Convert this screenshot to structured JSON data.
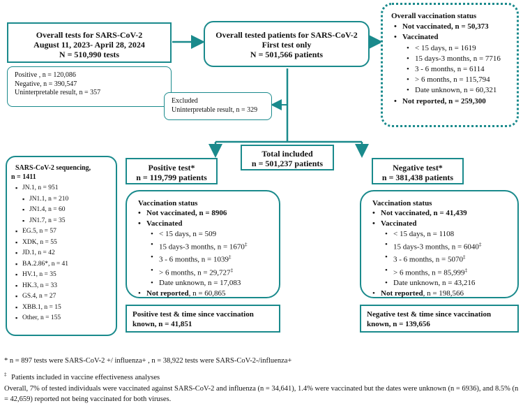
{
  "overall_tests": {
    "title": "Overall tests for SARS-CoV-2",
    "dates": "August 11, 2023- April 28, 2024",
    "count": "N = 510,990 tests"
  },
  "test_results": {
    "items": [
      "Positive , n = 120,086",
      "Negative, n = 390,547",
      "Uninterpretable result, n = 357"
    ]
  },
  "tested_patients": {
    "title": "Overall tested patients for SARS-CoV-2",
    "subtitle": "First test only",
    "count": "N = 501,566 patients"
  },
  "excluded": {
    "title": "Excluded",
    "detail": "Uninterpretable result, n = 329"
  },
  "overall_vaccination": {
    "title": "Overall vaccination status",
    "not_vaccinated": "Not vaccinated, n = 50,373",
    "vaccinated": "Vaccinated",
    "sub": [
      "< 15 days, n = 1619",
      "15 days-3 months, n = 7716",
      "3 - 6 months, n = 6114",
      "> 6 months, n = 115,794",
      "Date unknown, n = 60,321"
    ],
    "not_reported": "Not reported, n = 259,300"
  },
  "total_included": {
    "title": "Total included",
    "count": "n = 501,237 patients"
  },
  "sequencing": {
    "title": "SARS-CoV-2 sequencing,",
    "count": "n = 1411",
    "items": [
      {
        "label": "JN.1, n = 951",
        "indent": false
      },
      {
        "label": "JN1.1, n = 210",
        "indent": true
      },
      {
        "label": "JN1.4, n = 60",
        "indent": true
      },
      {
        "label": "JN1.7, n = 35",
        "indent": true
      },
      {
        "label": "EG.5, n = 57",
        "indent": false
      },
      {
        "label": "XDK, n = 55",
        "indent": false
      },
      {
        "label": "JD.1, n = 42",
        "indent": false
      },
      {
        "label": "BA.2.86*, n = 41",
        "indent": false
      },
      {
        "label": "HV.1, n = 35",
        "indent": false
      },
      {
        "label": "HK.3, n = 33",
        "indent": false
      },
      {
        "label": "GS.4, n = 27",
        "indent": false
      },
      {
        "label": "XBB.1, n  = 15",
        "indent": false
      },
      {
        "label": "Other, n =  155",
        "indent": false
      }
    ]
  },
  "positive": {
    "title": "Positive test*",
    "count": "n = 119,799 patients",
    "vax_title": "Vaccination status",
    "not_vaccinated": "Not vaccinated, n = 8906",
    "vaccinated": "Vaccinated",
    "sub": [
      {
        "label": "< 15 days, n = 509",
        "mark": ""
      },
      {
        "label": "15 days-3 months, n = 1670",
        "mark": "‡"
      },
      {
        "label": "3 - 6 months, n = 1039",
        "mark": "‡"
      },
      {
        "label": "> 6 months, n = 29,727",
        "mark": "‡"
      },
      {
        "label": "Date unknown, n = 17,083",
        "mark": ""
      }
    ],
    "not_reported": "Not reported",
    "not_reported_n": ", n = 60,865",
    "time_since": "Positive test & time since vaccination known, n = 41,851"
  },
  "negative": {
    "title": "Negative test*",
    "count": "n = 381,438 patients",
    "vax_title": "Vaccination status",
    "not_vaccinated": "Not vaccinated, n = 41,439",
    "vaccinated": "Vaccinated",
    "sub": [
      {
        "label": "< 15 days, n = 1108",
        "mark": ""
      },
      {
        "label": "15 days-3 months, n = 6040",
        "mark": "‡"
      },
      {
        "label": "3 - 6 months, n = 5070",
        "mark": "‡"
      },
      {
        "label": "> 6 months, n = 85,999",
        "mark": "‡"
      },
      {
        "label": "Date unknown, n = 43,216",
        "mark": ""
      }
    ],
    "not_reported": "Not reported",
    "not_reported_n": ", n = 198,566",
    "time_since": "Negative test & time since vaccination known, n = 139,656"
  },
  "footnotes": {
    "star": "* n = 897 tests were SARS-CoV-2 +/ influenza+ , n = 38,922  tests were SARS-CoV-2-/influenza+",
    "dagger_mark": "‡",
    "dagger": "Patients included in vaccine effectiveness analyses",
    "overall": "Overall, 7% of tested individuals were vaccinated against SARS-CoV-2 and influenza (n = 34,641), 1.4% were vaccinated but the dates were unknown (n = 6936), and 8.5% (n = 42,659) reported not being vaccinated for both viruses."
  },
  "colors": {
    "accent": "#1a8a8c"
  }
}
